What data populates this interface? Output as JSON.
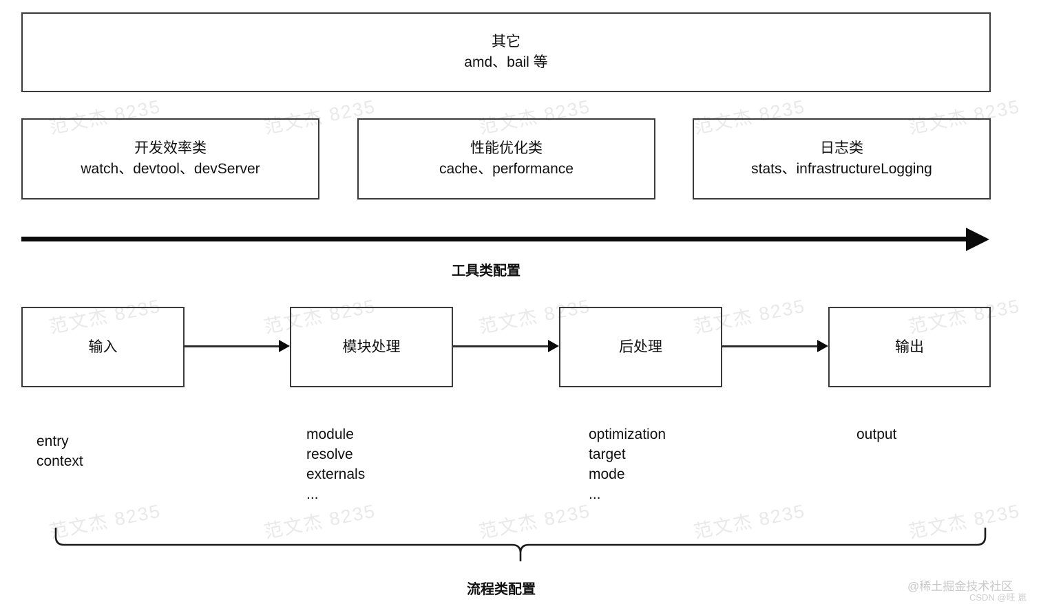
{
  "diagram": {
    "title_row": {
      "heading": "其它",
      "items": "amd、bail 等"
    },
    "tool_categories": [
      {
        "heading": "开发效率类",
        "items": "watch、devtool、devServer"
      },
      {
        "heading": "性能优化类",
        "items": "cache、performance"
      },
      {
        "heading": "日志类",
        "items": "stats、infrastructureLogging"
      }
    ],
    "tool_axis_label": "工具类配置",
    "flow_stages": [
      {
        "label": "输入"
      },
      {
        "label": "模块处理"
      },
      {
        "label": "后处理"
      },
      {
        "label": "输出"
      }
    ],
    "flow_options": [
      {
        "lines": [
          "entry",
          "context"
        ]
      },
      {
        "lines": [
          "module",
          "resolve",
          "externals",
          "..."
        ]
      },
      {
        "lines": [
          "optimization",
          "target",
          "mode",
          "..."
        ]
      },
      {
        "lines": [
          "output"
        ]
      }
    ],
    "flow_brace_label": "流程类配置",
    "watermark_text": "范文杰 8235",
    "credits": {
      "community": "@稀土掘金技术社区",
      "author": "CSDN @旺 崽"
    },
    "colors": {
      "box_border": "#3a3a3a",
      "arrow": "#0b0b0b",
      "text": "#111111",
      "watermark": "#e9e9e9",
      "background": "#ffffff"
    }
  }
}
